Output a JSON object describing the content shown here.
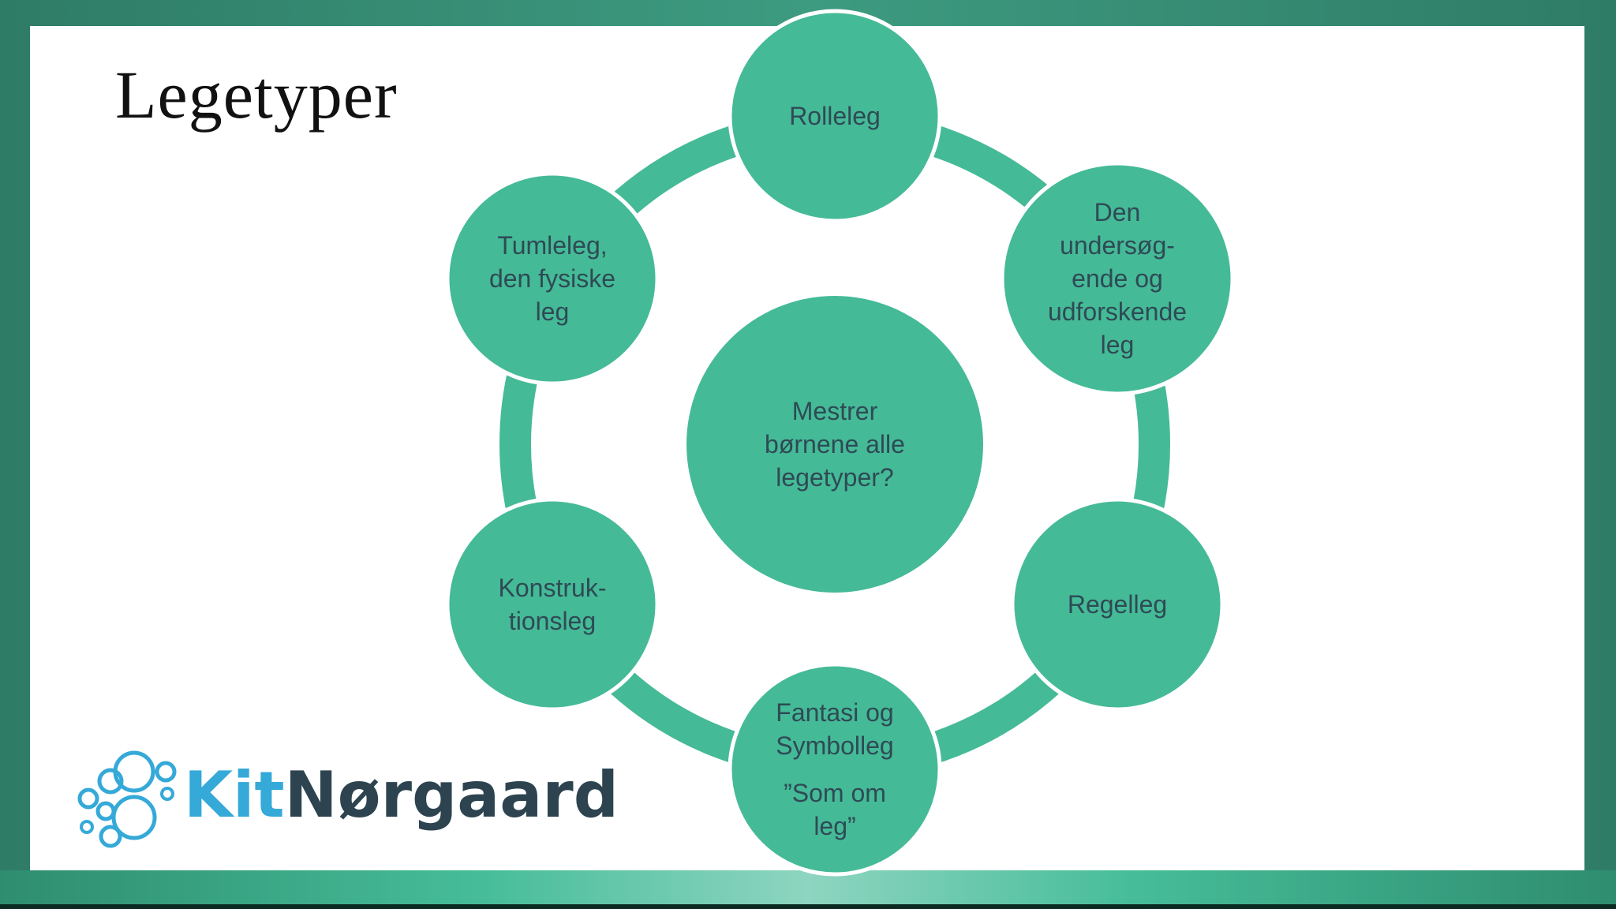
{
  "slide": {
    "title": "Legetyper"
  },
  "diagram": {
    "center": {
      "label": "Mestrer\nbørnene alle\nlegetyper?"
    },
    "nodes": [
      {
        "id": "rolleleg",
        "label": "Rolleleg"
      },
      {
        "id": "undersoegende",
        "label": "Den\nundersøg-\nende og\nudforskende\nleg"
      },
      {
        "id": "regelleg",
        "label": "Regelleg"
      },
      {
        "id": "fantasi",
        "label": "Fantasi og\nSymbolleg",
        "sublabel": "”Som om\nleg”"
      },
      {
        "id": "konstruktion",
        "label": "Konstruk-\ntionsleg"
      },
      {
        "id": "tumleleg",
        "label": "Tumleleg,\nden fysiske\nleg"
      }
    ],
    "colors": {
      "node_fill": "#45ba97",
      "ring": "#45ba97",
      "node_stroke": "#ffffff",
      "text": "#2e4a55"
    }
  },
  "logo": {
    "brand_first": "Kit",
    "brand_last": "Nørgaard",
    "colors": {
      "first": "#35a9d8",
      "last": "#2d4450",
      "bubbles": "#35a9d8"
    }
  }
}
